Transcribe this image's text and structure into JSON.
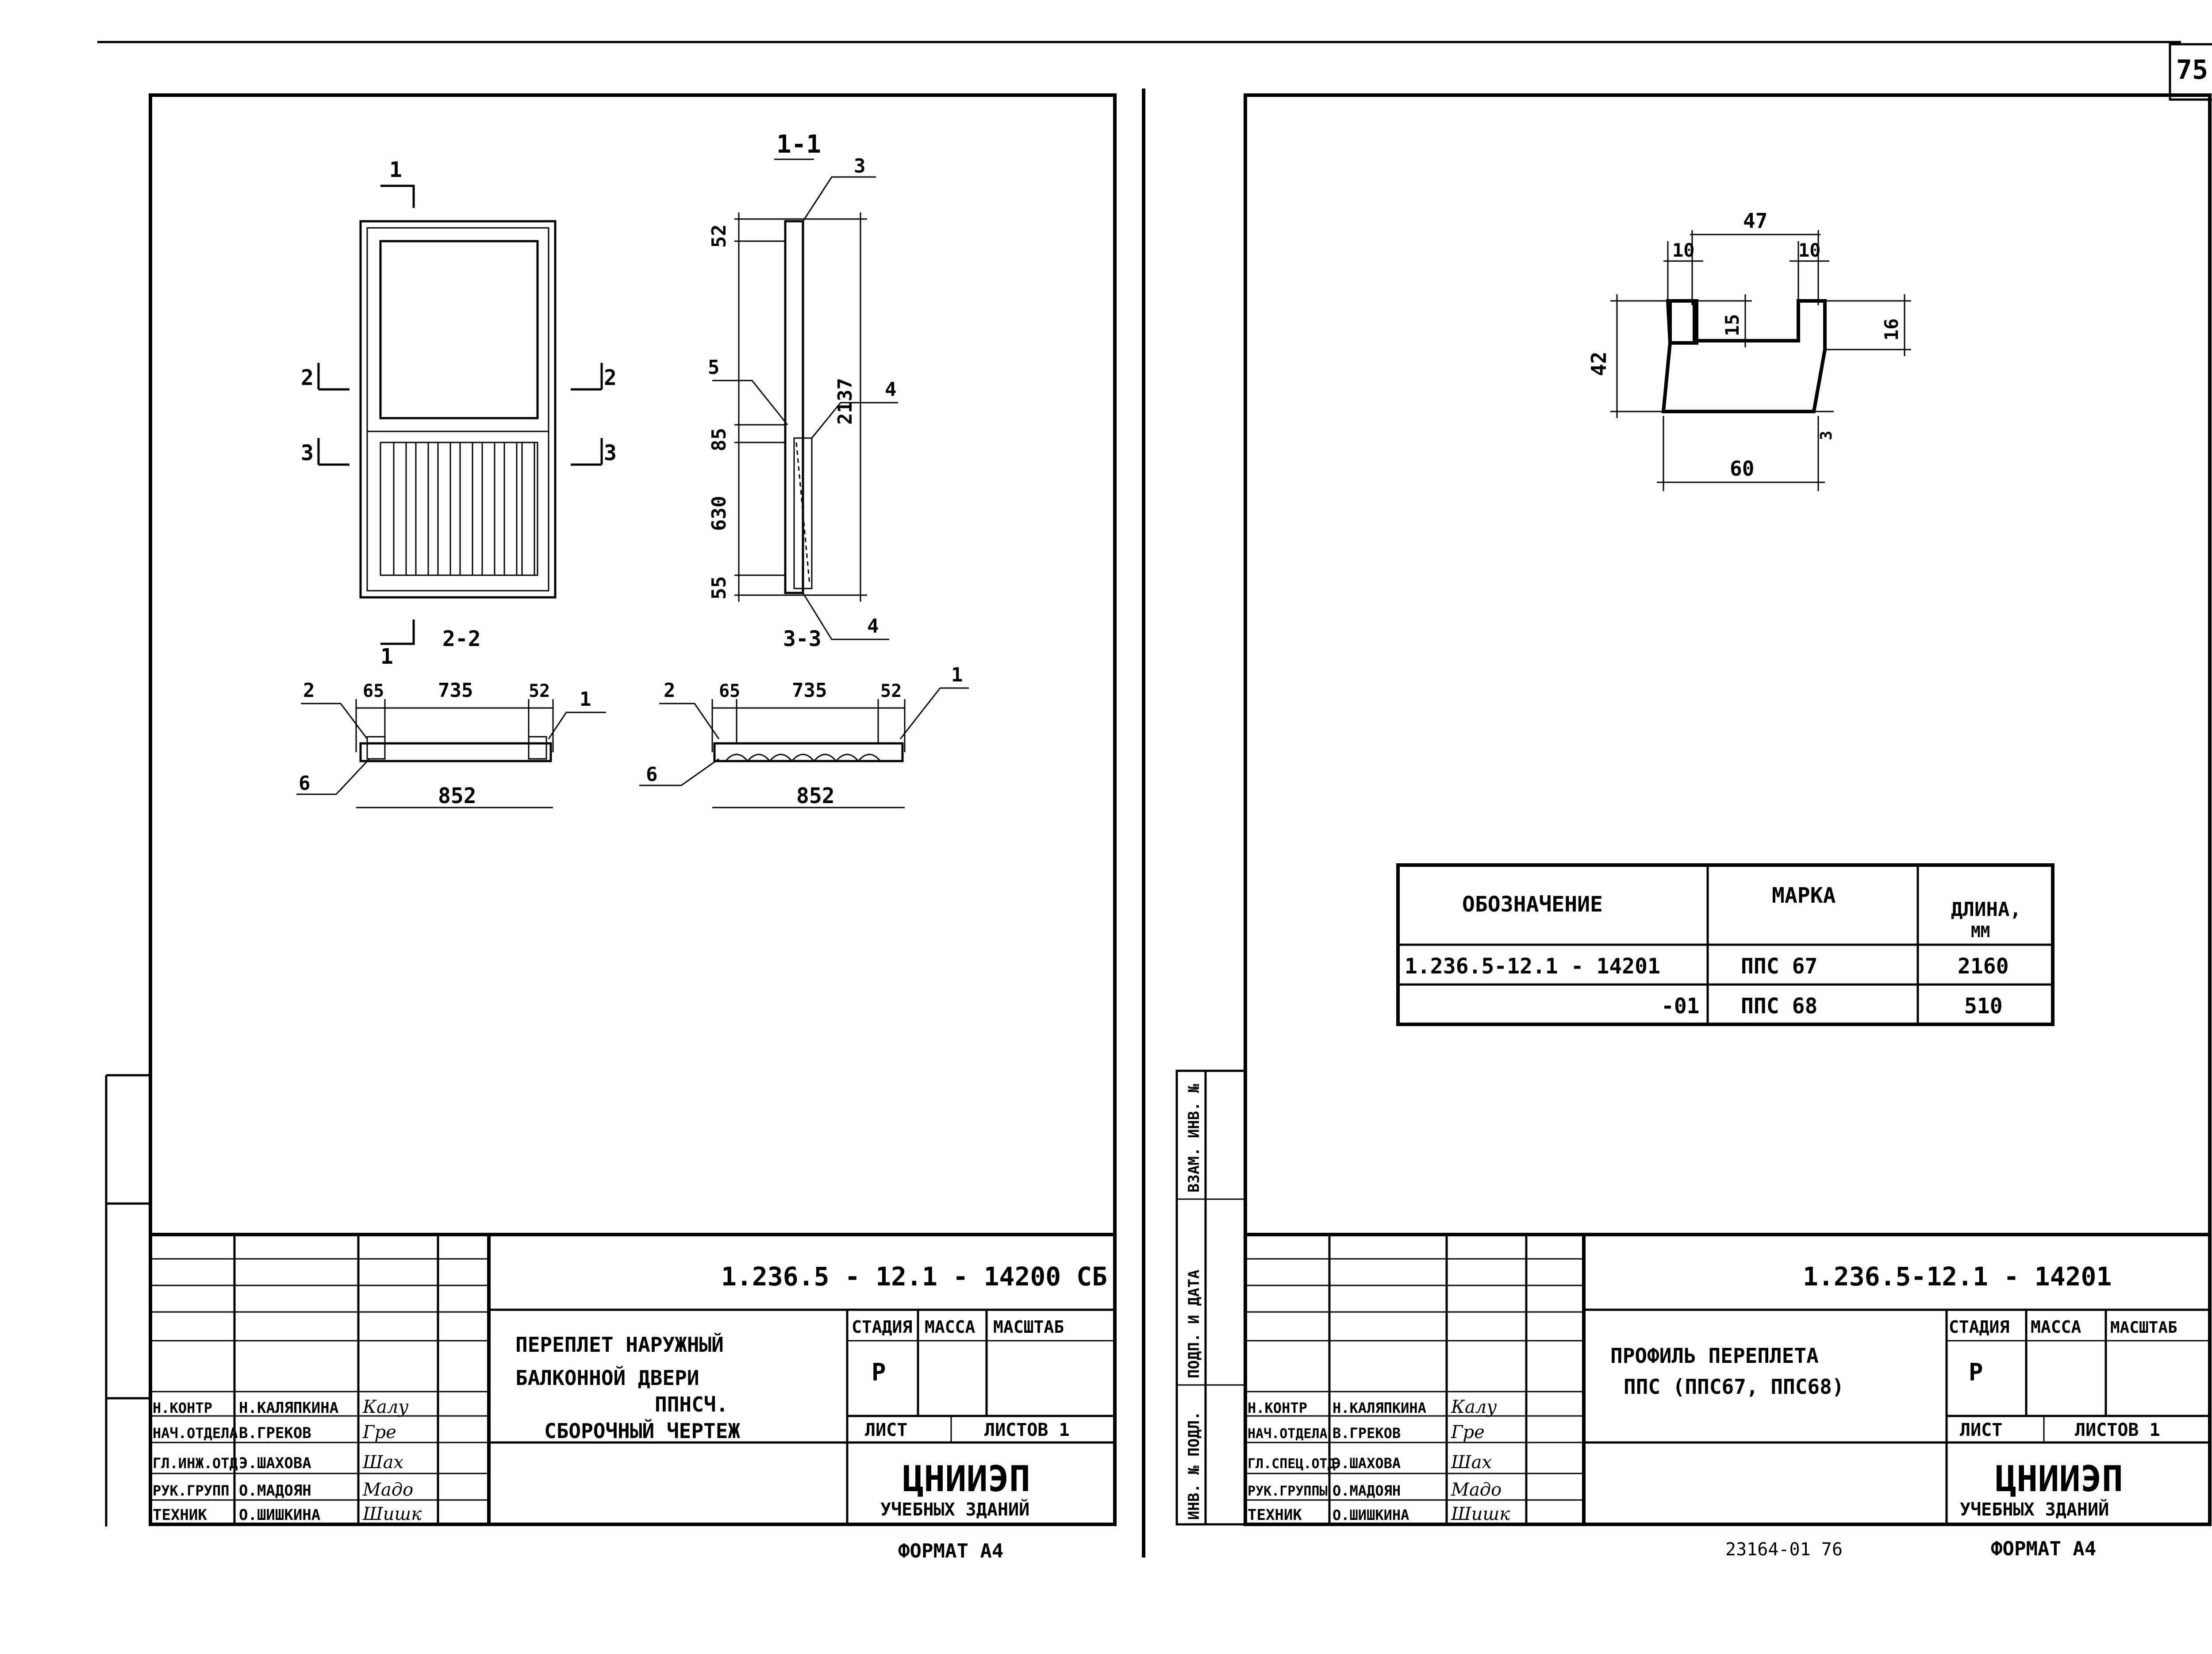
{
  "page_number": "75",
  "left_sheet": {
    "views": {
      "section_1_1": "1-1",
      "section_2_2": "2-2",
      "section_3_3": "3-3",
      "cut_marks": [
        "1",
        "1",
        "2",
        "2",
        "3",
        "3"
      ],
      "callouts_side": [
        "3",
        "5",
        "4",
        "4"
      ],
      "callouts_plan_a": [
        "2",
        "1",
        "6"
      ],
      "callouts_plan_b": [
        "2",
        "1",
        "6"
      ]
    },
    "dimensions": {
      "side_top": "52",
      "side_height": "2137",
      "side_85": "85",
      "side_630": "630",
      "side_55": "55",
      "plan_a": [
        "65",
        "735",
        "52",
        "852"
      ],
      "plan_b": [
        "65",
        "735",
        "52",
        "852"
      ]
    },
    "title_block": {
      "code": "1.236.5 - 12.1 - 14200 СБ",
      "title_lines": [
        "ПЕРЕПЛЕТ НАРУЖНЫЙ",
        "БАЛКОННОЙ ДВЕРИ",
        "ППНСЧ.",
        "СБОРОЧНЫЙ ЧЕРТЕЖ"
      ],
      "headers": [
        "СТАДИЯ",
        "МАССА",
        "МАСШТАБ"
      ],
      "stage": "Р",
      "sheet_label": "ЛИСТ",
      "sheets_label": "ЛИСТОВ 1",
      "org": "ЦНИИЭП",
      "org_sub": "УЧЕБНЫХ ЗДАНИЙ",
      "roles": [
        "Н.КОНТР",
        "НАЧ.ОТДЕЛА",
        "ГЛ.ИНЖ.ОТД",
        "РУК.ГРУПП",
        "ТЕХНИК"
      ],
      "names": [
        "Н.КАЛЯПКИНА",
        "В.ГРЕКОВ",
        "Э.ШАХОВА",
        "О.МАДОЯН",
        "О.ШИШКИНА"
      ],
      "signatures": [
        "Калу",
        "Гре",
        "Шах",
        "Мадо",
        "Шишк"
      ]
    },
    "format": "ФОРМАТ А4"
  },
  "right_sheet": {
    "profile_dims": {
      "top": "47",
      "left_tab": "10",
      "right_tab": "10",
      "height": "42",
      "notch_left": "15",
      "notch_right": "16",
      "bottom": "60",
      "offset": "3"
    },
    "spec_table": {
      "headers": [
        "ОБОЗНАЧЕНИЕ",
        "МАРКА",
        "ДЛИНА,",
        "ММ"
      ],
      "rows": [
        {
          "designation": "1.236.5-12.1 - 14201",
          "mark": "ППС 67",
          "length": "2160"
        },
        {
          "designation": "-01",
          "mark": "ППС 68",
          "length": "510"
        }
      ]
    },
    "side_stamp": [
      "ВЗАМ. ИНВ. №",
      "ПОДП. И ДАТА",
      "ИНВ. № ПОДЛ."
    ],
    "title_block": {
      "code": "1.236.5-12.1 - 14201",
      "title_lines": [
        "ПРОФИЛЬ ПЕРЕПЛЕТА",
        "ППС (ППС67, ППС68)"
      ],
      "headers": [
        "СТАДИЯ",
        "МАССА",
        "МАСШТАБ"
      ],
      "stage": "Р",
      "sheet_label": "ЛИСТ",
      "sheets_label": "ЛИСТОВ 1",
      "org": "ЦНИИЭП",
      "org_sub": "УЧЕБНЫХ ЗДАНИЙ",
      "roles": [
        "Н.КОНТР",
        "НАЧ.ОТДЕЛА",
        "ГЛ.СПЕЦ.ОТД",
        "РУК.ГРУППЫ",
        "ТЕХНИК"
      ],
      "names": [
        "Н.КАЛЯПКИНА",
        "В.ГРЕКОВ",
        "Э.ШАХОВА",
        "О.МАДОЯН",
        "О.ШИШКИНА"
      ],
      "signatures": [
        "Калу",
        "Гре",
        "Шах",
        "Мадо",
        "Шишк"
      ]
    },
    "archive_number": "23164-01   76",
    "format": "ФОРМАТ А4"
  }
}
